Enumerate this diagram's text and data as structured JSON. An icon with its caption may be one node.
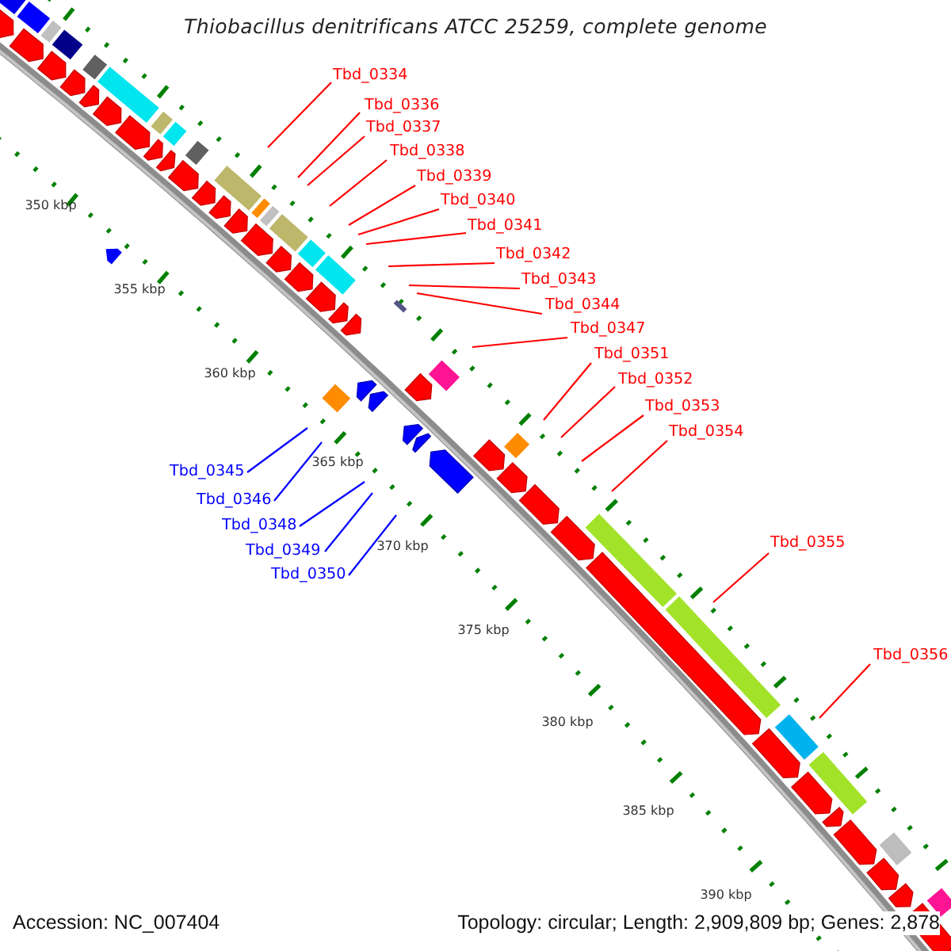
{
  "diagram": {
    "title": "Thiobacillus denitrificans ATCC 25259, complete genome",
    "nodes": [
      {
        "text": [
          "Tbd_0334"
        ]
      },
      {
        "text": [
          "Tbd_0336"
        ]
      },
      {
        "text": [
          "Tbd_0337"
        ]
      },
      {
        "text": [
          "Tbd_0338"
        ]
      },
      {
        "text": [
          "Tbd_0339"
        ]
      },
      {
        "text": [
          "Tbd_0340"
        ]
      },
      {
        "text": [
          "Tbd_0341"
        ]
      },
      {
        "text": [
          "Tbd_0342"
        ]
      },
      {
        "text": [
          "Tbd_0343"
        ]
      },
      {
        "text": [
          "Tbd_0344"
        ]
      },
      {
        "text": [
          "Tbd_0347"
        ]
      },
      {
        "text": [
          "Tbd_0351"
        ]
      },
      {
        "text": [
          "Tbd_0352"
        ]
      },
      {
        "text": [
          "Tbd_0353"
        ]
      },
      {
        "text": [
          "Tbd_0354"
        ]
      },
      {
        "text": [
          "Tbd_0345"
        ]
      },
      {
        "text": [
          "Tbd_0346"
        ]
      },
      {
        "text": [
          "Tbd_0348"
        ]
      },
      {
        "text": [
          "Tbd_0355"
        ]
      },
      {
        "text": [
          "Tbd_0349"
        ]
      },
      {
        "text": [
          "Tbd_0350"
        ]
      },
      {
        "text": [
          "Tbd_0356"
        ]
      }
    ],
    "edges": [
      {
        "from": 0,
        "to": null,
        "arrow": "none"
      },
      {
        "from": 1,
        "to": null,
        "arrow": "none"
      },
      {
        "from": 2,
        "to": null,
        "arrow": "none"
      },
      {
        "from": 3,
        "to": null,
        "arrow": "none"
      },
      {
        "from": 4,
        "to": null,
        "arrow": "none"
      },
      {
        "from": 5,
        "to": null,
        "arrow": "none"
      },
      {
        "from": 6,
        "to": null,
        "arrow": "none"
      },
      {
        "from": 7,
        "to": null,
        "arrow": "none"
      },
      {
        "from": 8,
        "to": null,
        "arrow": "none"
      },
      {
        "from": 9,
        "to": null,
        "arrow": "none"
      },
      {
        "from": 10,
        "to": null,
        "arrow": "none"
      },
      {
        "from": 11,
        "to": null,
        "arrow": "none"
      },
      {
        "from": 12,
        "to": null,
        "arrow": "none"
      },
      {
        "from": 13,
        "to": null,
        "arrow": "none"
      },
      {
        "from": 14,
        "to": null,
        "arrow": "none"
      },
      {
        "from": 15,
        "to": null,
        "arrow": "none",
        "color": "#0000ff"
      },
      {
        "from": 16,
        "to": null,
        "arrow": "none",
        "color": "#0000ff"
      },
      {
        "from": 17,
        "to": null,
        "arrow": "none",
        "color": "#0000ff"
      },
      {
        "from": 18,
        "to": null,
        "arrow": "none"
      },
      {
        "from": 19,
        "to": null,
        "arrow": "none",
        "color": "#0000ff"
      },
      {
        "from": 20,
        "to": null,
        "arrow": "none",
        "color": "#0000ff"
      },
      {
        "from": 21,
        "to": null,
        "arrow": "none"
      }
    ],
    "labels": [
      "350 kbp",
      "355 kbp",
      "360 kbp",
      "365 kbp",
      "370 kbp",
      "375 kbp",
      "380 kbp",
      "385 kbp",
      "390 kbp",
      "Accession: NC_007404",
      "Topology: circular; Length: 2,909,809 bp; Genes: 2,878"
    ]
  }
}
